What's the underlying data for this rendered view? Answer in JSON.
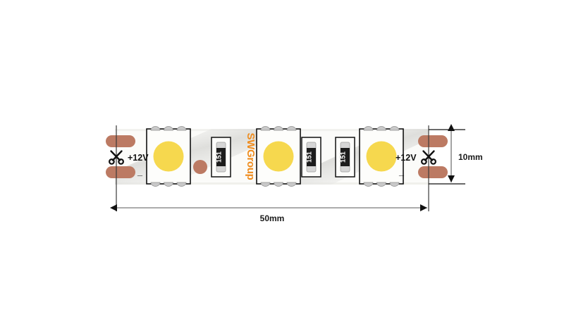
{
  "figure": {
    "type": "technical-drawing",
    "subject": "LED strip SMD 5050 segment",
    "background_color": "#ffffff"
  },
  "strip": {
    "board_color": "#fbfbf9",
    "board_edge_color": "#e2e2de",
    "shadow_color": "#e8e8e6",
    "pad_color": "#bc7a63",
    "cut_marks": 2,
    "led_count": 3,
    "resistor_count": 3
  },
  "brand": {
    "label": "SWGroup",
    "color": "#ef8c1e",
    "rotation": "vertical"
  },
  "terminals": [
    {
      "id": "left",
      "positive": "+12V",
      "negative": "_"
    },
    {
      "id": "right",
      "positive": "+12V",
      "negative": "_"
    }
  ],
  "leds": [
    {
      "id": "led-1",
      "body_color": "#fdfdfb",
      "phosphor_color": "#f6d84e",
      "contacts": 6
    },
    {
      "id": "led-2",
      "body_color": "#fdfdfb",
      "phosphor_color": "#f6d84e",
      "contacts": 6
    },
    {
      "id": "led-3",
      "body_color": "#fdfdfb",
      "phosphor_color": "#f6d84e",
      "contacts": 6
    }
  ],
  "resistors": [
    {
      "id": "resistor-1",
      "code": "151",
      "body_color": "#1c1c1c"
    },
    {
      "id": "resistor-2",
      "code": "151",
      "body_color": "#1c1c1c"
    },
    {
      "id": "resistor-3",
      "code": "151",
      "body_color": "#1c1c1c"
    }
  ],
  "dimensions": {
    "width": {
      "label": "50mm",
      "orientation": "horizontal"
    },
    "height": {
      "label": "10mm",
      "orientation": "vertical"
    }
  },
  "icons": {
    "scissors": "scissors-cut-mark"
  }
}
